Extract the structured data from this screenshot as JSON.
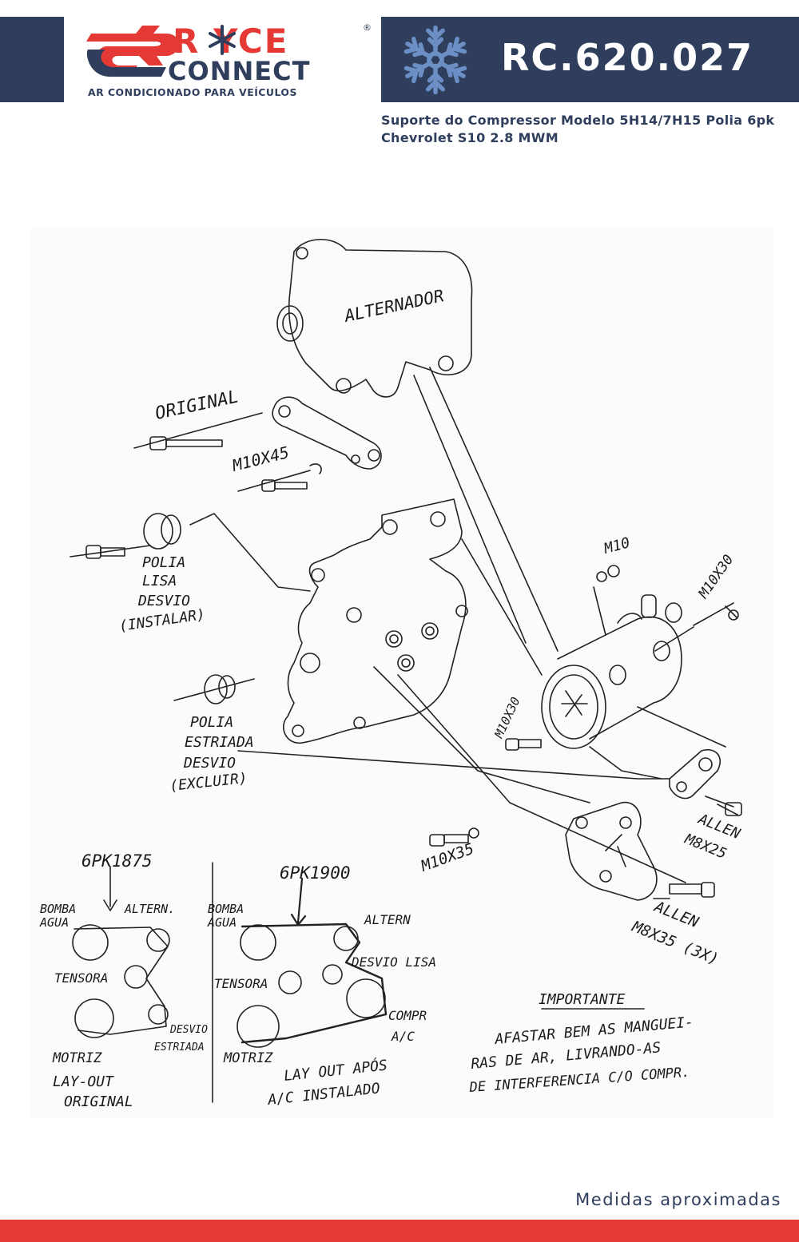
{
  "header": {
    "brand_top": "R  YCE",
    "brand_bottom": "CONNECT",
    "tagline": "AR CONDICIONADO PARA VEÍCULOS",
    "registered": "®",
    "product_code": "RC.620.027"
  },
  "product": {
    "description": "Suporte do Compressor Modelo 5H14/7H15 Polia 6pk Chevrolet S10 2.8 MWM"
  },
  "drawing": {
    "labels": {
      "alternador": "ALTERNADOR",
      "original": "ORIGINAL",
      "m10x45": "M10X45",
      "polia_lisa": [
        "POLIA",
        "LISA",
        "DESVIO",
        "(INSTALAR)"
      ],
      "polia_estriada": [
        "POLIA",
        "ESTRIADA",
        "DESVIO",
        "(EXCLUIR)"
      ],
      "m10": "M10",
      "m10x30_a": "M10X30",
      "m10x30_b": "M10X30",
      "m10x35": "M10X35",
      "allen_m8x25": [
        "ALLEN",
        "M8X25"
      ],
      "allen_m8x35": [
        "ALLEN",
        "M8X35 (3X)"
      ]
    },
    "layout_original": {
      "belt": "6PK1875",
      "labels": [
        "BOMBA",
        "AGUA",
        "ALTERN.",
        "TENSORA",
        "MOTRIZ",
        "DESVIO",
        "ESTRIADA"
      ],
      "caption": [
        "LAY-OUT",
        "ORIGINAL"
      ]
    },
    "layout_ac": {
      "belt": "6PK1900",
      "labels": [
        "BOMBA",
        "AGUA",
        "ALTERN",
        "DESVIO LISA",
        "TENSORA",
        "COMPR",
        "A/C",
        "MOTRIZ"
      ],
      "caption": [
        "LAY OUT APÓS",
        "A/C INSTALADO"
      ]
    },
    "notice": {
      "title": "IMPORTANTE",
      "lines": [
        "AFASTAR BEM AS MANGUEI-",
        "RAS DE AR, LIVRANDO-AS",
        "DE INTERFERENCIA C/O COMPR."
      ]
    }
  },
  "footer": {
    "note": "Medidas aproximadas"
  },
  "colors": {
    "navy": "#2e3e5c",
    "red": "#e53935",
    "ice_blue": "#6b8fc4"
  }
}
